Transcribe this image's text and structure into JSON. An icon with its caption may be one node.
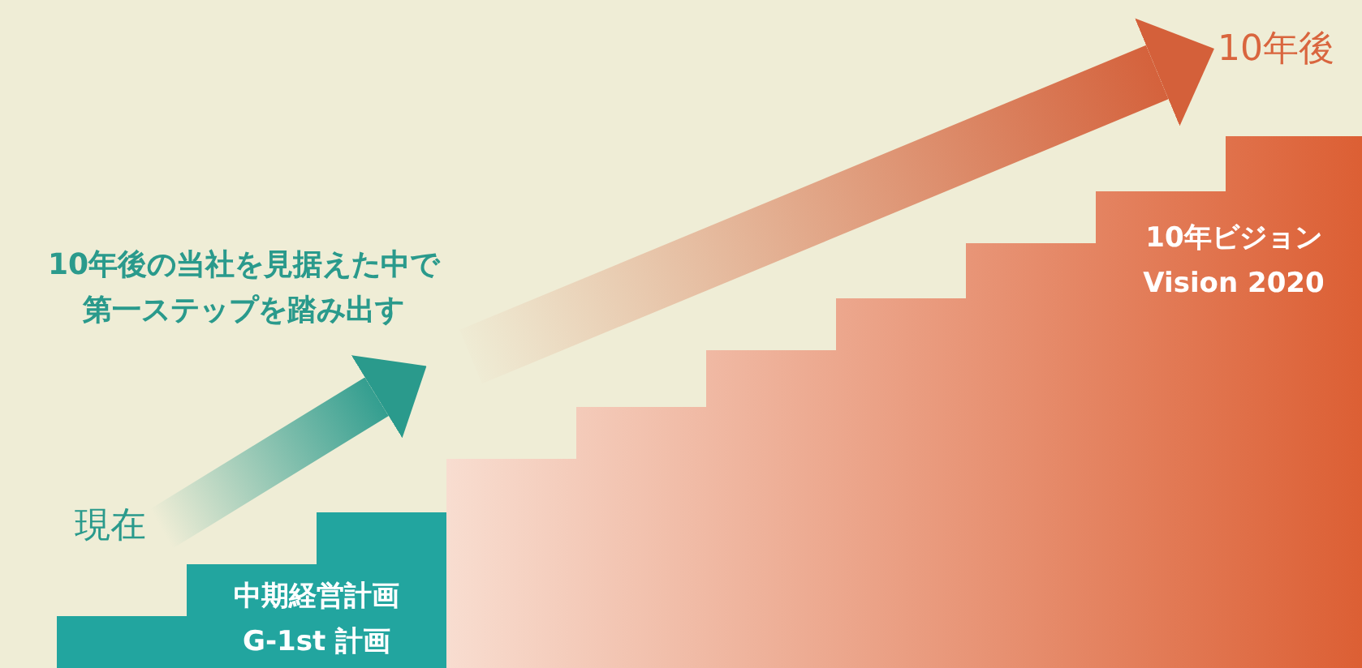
{
  "diagram": {
    "nodes": [
      {
        "text": [
          "現在"
        ]
      },
      {
        "text": [
          "中期経営計画",
          "G-1st 計画"
        ]
      },
      {
        "text": [
          "10年ビジョン",
          "Vision 2020"
        ]
      },
      {
        "text": [
          "10年後"
        ]
      }
    ],
    "edges": [
      {
        "from": 0,
        "to": 1,
        "arrow": "to"
      },
      {
        "from": null,
        "to": 3,
        "arrow": "to"
      }
    ],
    "labels": [
      "10年後の当社を見据えた中で第一ステップを踏み出す"
    ]
  }
}
